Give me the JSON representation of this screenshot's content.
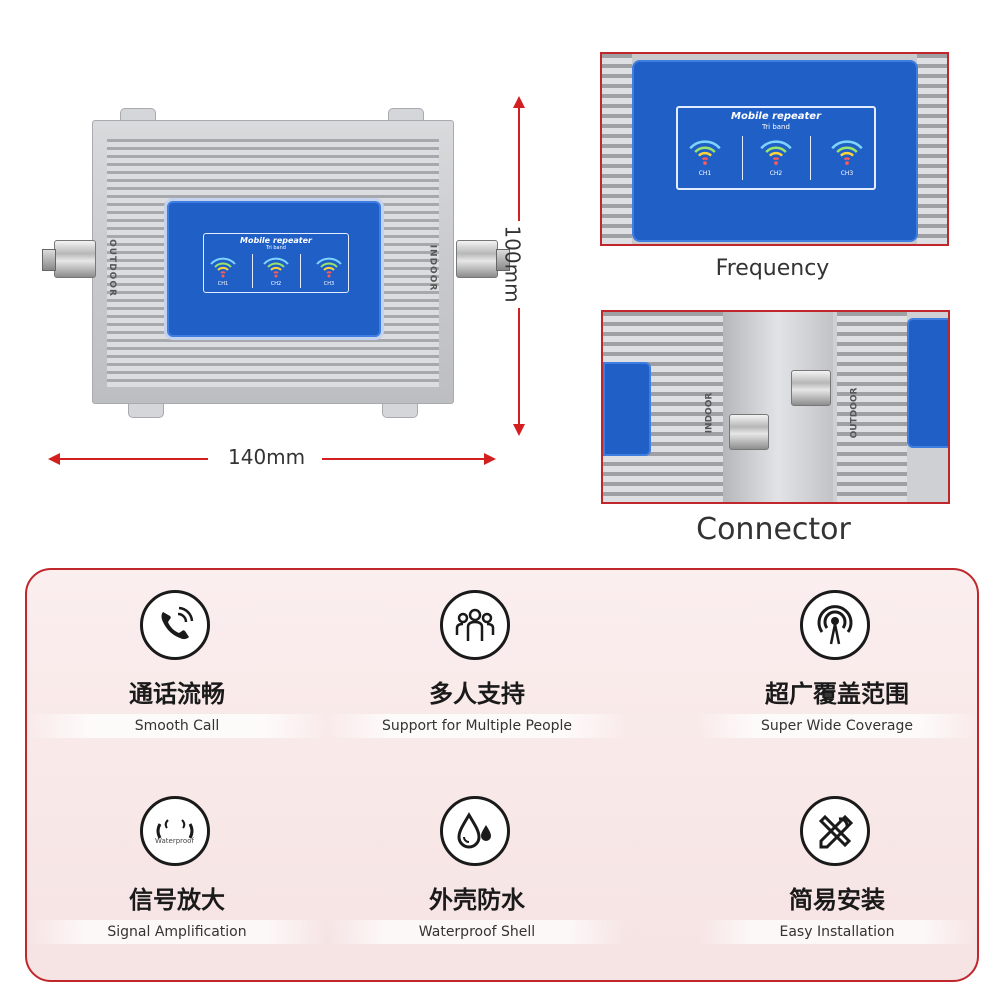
{
  "device": {
    "screen_title": "Mobile repeater",
    "screen_subtitle": "Tri band",
    "channels": [
      "CH1",
      "CH2",
      "CH3"
    ],
    "label_left": "OUTDOOR",
    "label_right": "INDOOR"
  },
  "dimensions": {
    "width": "140mm",
    "height": "100mm"
  },
  "panels": {
    "frequency": {
      "caption": "Frequency",
      "screen_title": "Mobile repeater",
      "screen_subtitle": "Tri band",
      "channels": [
        "CH1",
        "CH2",
        "CH3"
      ]
    },
    "connector": {
      "caption": "Connector",
      "label_indoor": "INDOOR",
      "label_outdoor": "OUTDOOR"
    }
  },
  "features": [
    {
      "cn": "通话流畅",
      "en": "Smooth Call",
      "icon": "phone-call-icon"
    },
    {
      "cn": "多人支持",
      "en": "Support for Multiple People",
      "icon": "people-group-icon"
    },
    {
      "cn": "超广覆盖范围",
      "en": "Super Wide Coverage",
      "icon": "antenna-signal-icon"
    },
    {
      "cn": "信号放大",
      "en": "Signal Amplification",
      "icon": "waterproof-icon",
      "icon_text": "Waterproof"
    },
    {
      "cn": "外壳防水",
      "en": "Waterproof Shell",
      "icon": "water-drops-icon"
    },
    {
      "cn": "简易安装",
      "en": "Easy Installation",
      "icon": "tools-icon"
    }
  ],
  "colors": {
    "accent_red": "#c0272d",
    "screen_blue": "#1f5fc6",
    "feature_bg": "#f8e8e8"
  }
}
